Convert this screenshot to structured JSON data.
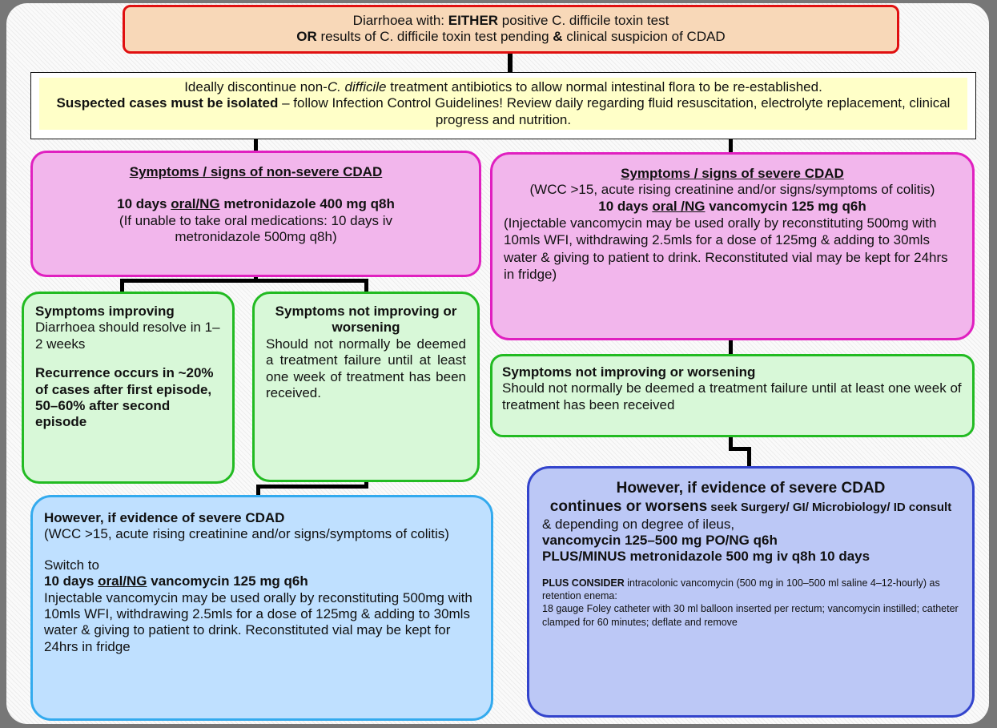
{
  "top": {
    "line1_a": "Diarrhoea with: ",
    "line1_b": "EITHER",
    "line1_c": " positive C. difficile toxin test",
    "line2_a": "OR",
    "line2_b": " results of C. difficile toxin test pending ",
    "line2_c": "&",
    "line2_d": " clinical suspicion of CDAD"
  },
  "notice": {
    "line1_a": "Ideally discontinue non-",
    "line1_b": "C. difficile",
    "line1_c": " treatment antibiotics to allow normal intestinal flora to be re-established.",
    "line2_a": "Suspected cases must be isolated",
    "line2_b": " – follow Infection Control Guidelines! Review daily regarding fluid resuscitation, electrolyte replacement, clinical progress and nutrition."
  },
  "nonsevere": {
    "title": "Symptoms / signs of non-severe CDAD",
    "dose_a": "10 days ",
    "dose_b": "oral/NG",
    "dose_c": " metronidazole 400 mg q8h",
    "note": "(If unable to take oral medications: 10 days iv metronidazole 500mg q8h)"
  },
  "severe": {
    "title": "Symptoms /  signs of severe CDAD",
    "criteria": "(WCC >15, acute rising creatinine and/or  signs/symptoms of colitis)",
    "dose_a": "10 days ",
    "dose_b": "oral /NG",
    "dose_c": " vancomycin 125 mg q6h",
    "note": "(Injectable vancomycin may be used orally by reconstituting 500mg with 10mls WFI, withdrawing 2.5mls for a dose of 125mg & adding to 30mls water & giving to patient to drink. Reconstituted vial may be kept for 24hrs in fridge)"
  },
  "improving": {
    "title": "Symptoms improving",
    "text": "Diarrhoea should resolve in 1–2 weeks",
    "recurrence": "Recurrence occurs in ~20% of cases after first episode, 50–60% after second episode"
  },
  "not_improving": {
    "title": "Symptoms not improving or worsening",
    "text": "Should not normally be deemed a treatment failure until at least one week of treatment has been received."
  },
  "not_improving_right": {
    "title": "Symptoms not improving or worsening",
    "text": "Should not normally be deemed a treatment failure until at least one week of treatment has been received"
  },
  "severe_left": {
    "title": "However, if evidence of severe CDAD",
    "criteria": "(WCC >15, acute rising creatinine and/or signs/symptoms of colitis)",
    "switch": "Switch to",
    "dose_a": "10 days ",
    "dose_b": "oral/NG",
    "dose_c": " vancomycin 125 mg q6h",
    "note": "Injectable vancomycin may be used orally by reconstituting 500mg with 10mls WFI, withdrawing 2.5mls for a dose of 125mg & adding to 30mls water & giving to patient to drink. Reconstituted vial may be kept for 24hrs in fridge"
  },
  "severe_right": {
    "heading_a": "However, if evidence of severe CDAD",
    "heading_b": "continues or worsens",
    "heading_c": " seek Surgery/ GI/ Microbiology/ ID consult",
    "ileus": "& depending on degree of ileus,",
    "dose1": "vancomycin 125–500 mg PO/NG q6h",
    "dose2": "PLUS/MINUS metronidazole 500 mg iv q8h 10 days",
    "consider_a": "PLUS CONSIDER",
    "consider_b": " intracolonic vancomycin (500 mg in 100–500 ml saline 4–12-hourly) as retention enema:",
    "catheter": "18 gauge Foley catheter with 30 ml balloon inserted per rectum; vancomycin instilled; catheter clamped for 60 minutes; deflate and remove"
  }
}
